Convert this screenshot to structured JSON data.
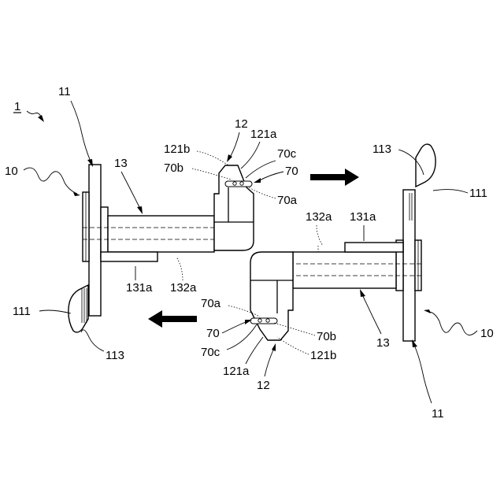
{
  "labels": {
    "assembly": "1",
    "upper": {
      "ref_11": "11",
      "ref_10": "10",
      "ref_13": "13",
      "ref_12": "12",
      "ref_121a": "121a",
      "ref_121b": "121b",
      "ref_70c": "70c",
      "ref_70b": "70b",
      "ref_70": "70",
      "ref_70a": "70a",
      "ref_131a": "131a",
      "ref_132a": "132a",
      "ref_111": "111",
      "ref_113": "113"
    },
    "lower": {
      "ref_113": "113",
      "ref_111": "111",
      "ref_132a": "132a",
      "ref_131a": "131a",
      "ref_70a": "70a",
      "ref_70": "70",
      "ref_70c": "70c",
      "ref_70b": "70b",
      "ref_121a": "121a",
      "ref_121b": "121b",
      "ref_12": "12",
      "ref_13": "13",
      "ref_10": "10",
      "ref_11": "11"
    }
  },
  "arrows": {
    "upper_direction": "right",
    "lower_direction": "left"
  }
}
